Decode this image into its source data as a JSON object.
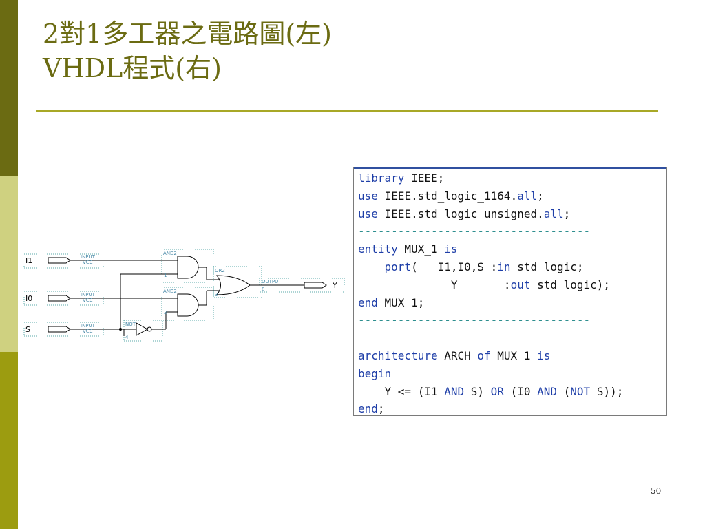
{
  "slide": {
    "title_line1": "2對1多工器之電路圖(左)",
    "title_line2": "VHDL程式(右)",
    "page_number": "50",
    "colors": {
      "sidebar_dark": "#6b6b12",
      "sidebar_light": "#cfd180",
      "sidebar_mid": "#9c9c10",
      "title": "#6b6b12",
      "rule": "#a8a826",
      "keyword": "#1f3fa8",
      "separator": "#2e8f8f"
    }
  },
  "circuit": {
    "inputs": [
      {
        "label": "I1",
        "tag_top": "INPUT",
        "tag_bottom": "VCC"
      },
      {
        "label": "I0",
        "tag_top": "INPUT",
        "tag_bottom": "VCC"
      },
      {
        "label": "S",
        "tag_top": "INPUT",
        "tag_bottom": "VCC"
      }
    ],
    "gates": {
      "and_top": {
        "label": "AND2",
        "pin": "1"
      },
      "and_bottom": {
        "label": "AND2",
        "pin": "2"
      },
      "or": {
        "label": "OR2",
        "pin": "3"
      },
      "not": {
        "label": "NOT",
        "pin": "4"
      }
    },
    "output": {
      "label": "Y",
      "tag": "OUTPUT",
      "pin": "8"
    }
  },
  "code": {
    "lines": [
      [
        {
          "t": "library",
          "k": true
        },
        {
          "t": " IEEE;"
        }
      ],
      [
        {
          "t": "use",
          "k": true
        },
        {
          "t": " IEEE.std_logic_1164."
        },
        {
          "t": "all",
          "k": true
        },
        {
          "t": ";"
        }
      ],
      [
        {
          "t": "use",
          "k": true
        },
        {
          "t": " IEEE.std_logic_unsigned."
        },
        {
          "t": "all",
          "k": true
        },
        {
          "t": ";"
        }
      ],
      [
        {
          "t": "-----------------------------------",
          "d": true
        }
      ],
      [
        {
          "t": "entity",
          "k": true
        },
        {
          "t": " MUX_1 "
        },
        {
          "t": "is",
          "k": true
        }
      ],
      [
        {
          "t": "    "
        },
        {
          "t": "port",
          "k": true
        },
        {
          "t": "(   I1,I0,S :"
        },
        {
          "t": "in",
          "k": true
        },
        {
          "t": " std_logic;"
        }
      ],
      [
        {
          "t": "              Y       :"
        },
        {
          "t": "out",
          "k": true
        },
        {
          "t": " std_logic);"
        }
      ],
      [
        {
          "t": "end",
          "k": true
        },
        {
          "t": " MUX_1;"
        }
      ],
      [
        {
          "t": "-----------------------------------",
          "d": true
        }
      ],
      [
        {
          "t": ""
        }
      ],
      [
        {
          "t": "architecture",
          "k": true
        },
        {
          "t": " ARCH "
        },
        {
          "t": "of",
          "k": true
        },
        {
          "t": " MUX_1 "
        },
        {
          "t": "is",
          "k": true
        }
      ],
      [
        {
          "t": "begin",
          "k": true
        }
      ],
      [
        {
          "t": "    Y <= (I1 "
        },
        {
          "t": "AND",
          "k": true
        },
        {
          "t": " S) "
        },
        {
          "t": "OR",
          "k": true
        },
        {
          "t": " (I0 "
        },
        {
          "t": "AND",
          "k": true
        },
        {
          "t": " ("
        },
        {
          "t": "NOT",
          "k": true
        },
        {
          "t": " S));"
        }
      ],
      [
        {
          "t": "end",
          "k": true
        },
        {
          "t": ";"
        }
      ]
    ]
  }
}
